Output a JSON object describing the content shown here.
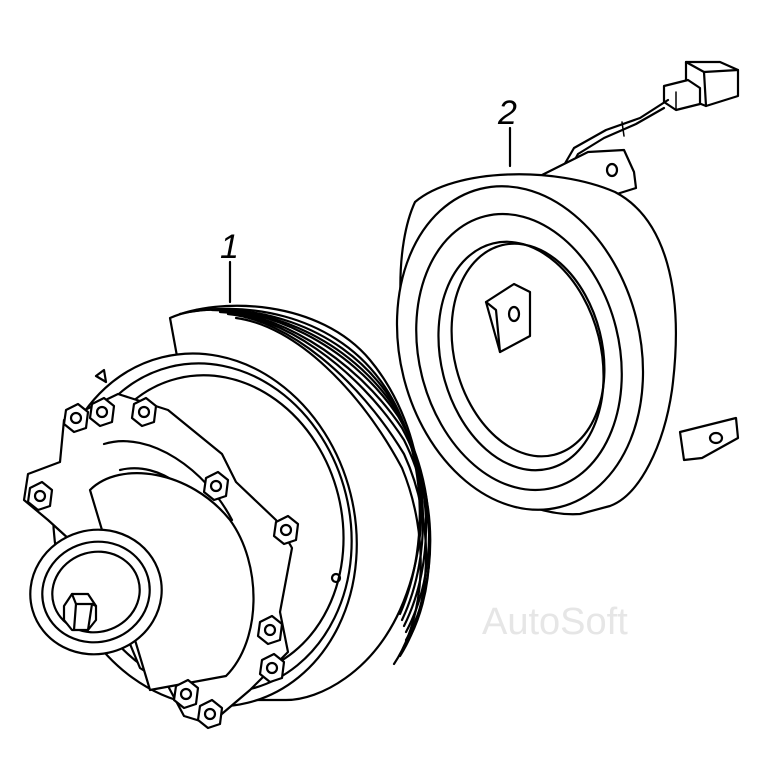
{
  "callouts": [
    {
      "id": "1",
      "text": "1"
    },
    {
      "id": "2",
      "text": "2"
    }
  ],
  "watermark": "AutoSoft",
  "colors": {
    "line": "#000000",
    "background": "#ffffff",
    "watermark": "#e6e6e6"
  }
}
